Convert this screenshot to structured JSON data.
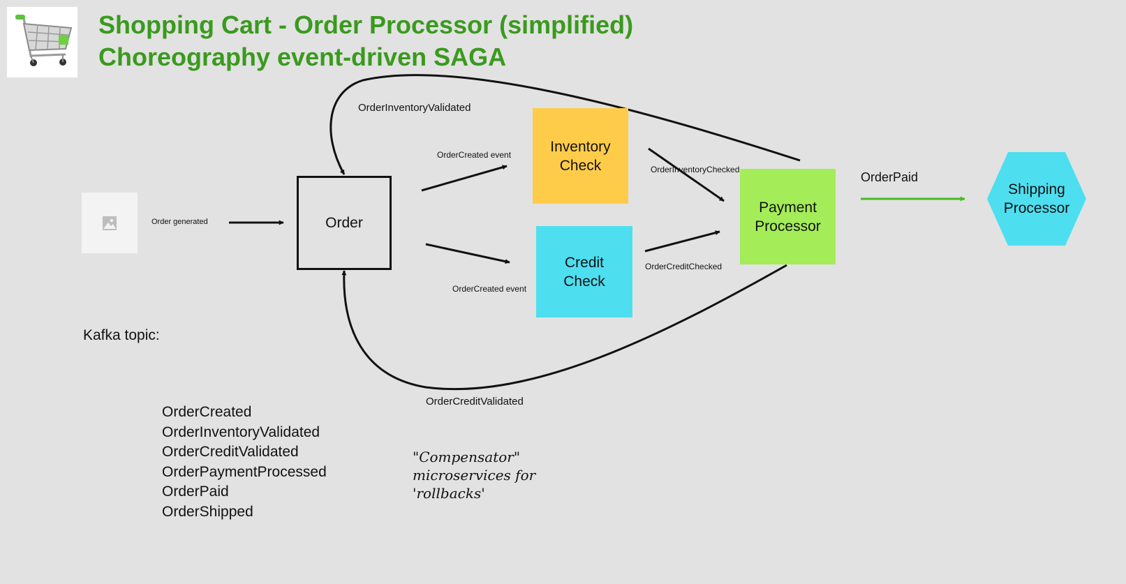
{
  "title": {
    "line1": "Shopping Cart - Order Processor (simplified)",
    "line2": "Choreography event-driven SAGA"
  },
  "logo": {
    "icon": "shopping-cart-icon"
  },
  "placeholder": {
    "icon": "image-placeholder-icon"
  },
  "nodes": {
    "order": "Order",
    "inventory": "Inventory\nCheck",
    "credit": "Credit\nCheck",
    "payment": "Payment\nProcessor",
    "shipping": "Shipping\nProcessor"
  },
  "edges": {
    "order_generated": "Order generated",
    "order_created_top": "OrderCreated event",
    "order_created_bottom": "OrderCreated event",
    "order_inventory_checked": "OrderInventoryChecked",
    "order_credit_checked": "OrderCreditChecked",
    "order_paid": "OrderPaid",
    "order_inventory_validated": "OrderInventoryValidated",
    "order_credit_validated": "OrderCreditValidated"
  },
  "kafka": {
    "label": "Kafka topic:",
    "topics": [
      "OrderCreated",
      "OrderInventoryValidated",
      "OrderCreditValidated",
      "OrderPaymentProcessed",
      "OrderPaid",
      "OrderShipped"
    ]
  },
  "compensator_note": "\"Compensator\"\nmicroservices for\n'rollbacks'",
  "colors": {
    "background": "#e2e2e2",
    "title": "#3a9a1e",
    "inventory": "#ffcc4a",
    "credit": "#4ddff0",
    "payment": "#a4ec58",
    "shipping": "#4ddff0",
    "order_paid_arrow": "#49b820",
    "lines": "#111111"
  }
}
